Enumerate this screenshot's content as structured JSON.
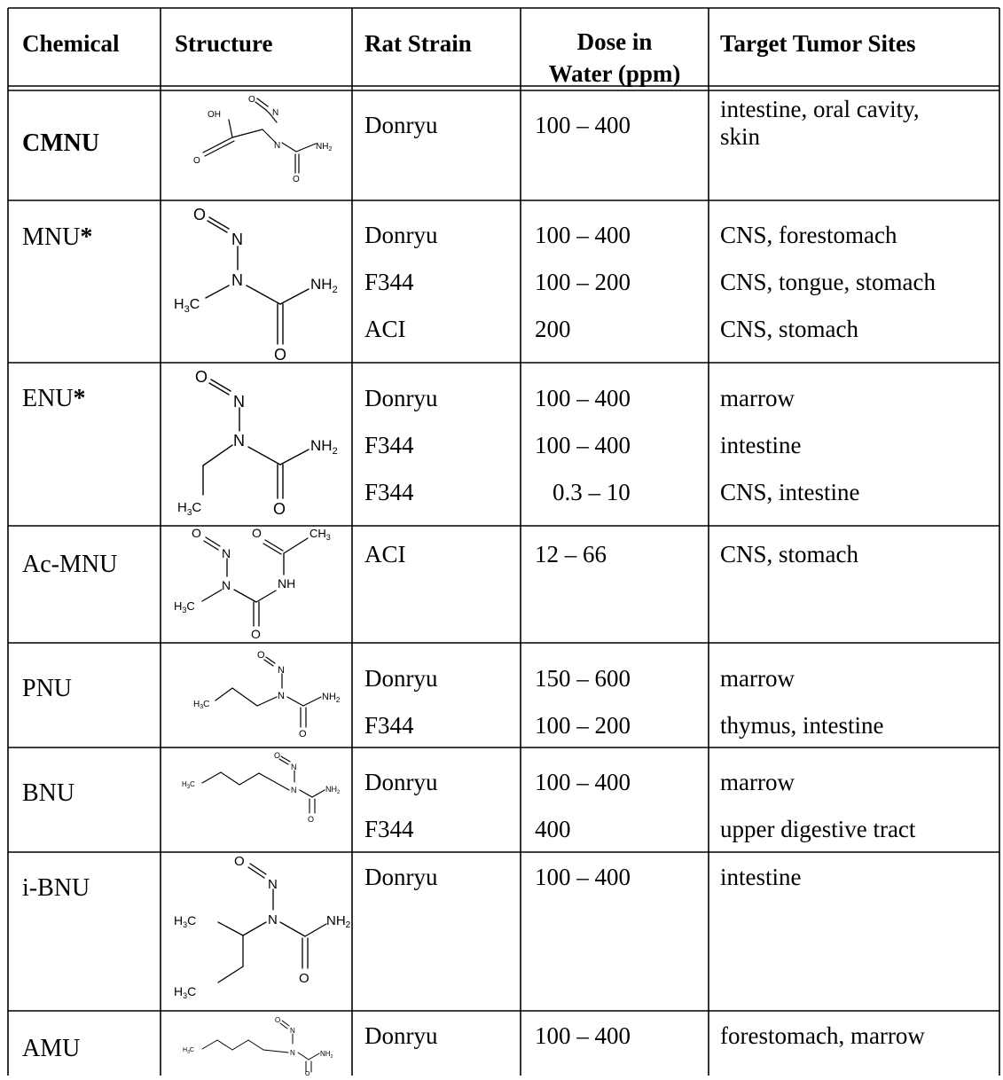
{
  "table": {
    "headers": {
      "chemical": "Chemical",
      "structure": "Structure",
      "rat_strain": "Rat Strain",
      "dose_line1": "Dose in",
      "dose_line2": "Water (ppm)",
      "target": "Target Tumor Sites"
    },
    "rows": [
      {
        "chemical": "CMNU",
        "lines": [
          {
            "strain": "Donryu",
            "dose": "100 – 400",
            "sites": "intestine, oral cavity,",
            "sites_cont": "skin"
          }
        ]
      },
      {
        "chemical": "MNU",
        "marker": "*",
        "lines": [
          {
            "strain": "Donryu",
            "dose": "100 – 400",
            "sites": "CNS, forestomach"
          },
          {
            "strain": "F344",
            "dose": "100 – 200",
            "sites": "CNS, tongue, stomach"
          },
          {
            "strain": "ACI",
            "dose": "200",
            "sites": "CNS, stomach"
          }
        ]
      },
      {
        "chemical": "ENU",
        "marker": "*",
        "lines": [
          {
            "strain": "Donryu",
            "dose": "100 – 400",
            "sites": "marrow"
          },
          {
            "strain": "F344",
            "dose": "100 – 400",
            "sites": "intestine"
          },
          {
            "strain": "F344",
            "dose": "0.3 – 10",
            "sites": "CNS, intestine"
          }
        ]
      },
      {
        "chemical": "Ac-MNU",
        "lines": [
          {
            "strain": "ACI",
            "dose": "12 – 66",
            "sites": "CNS, stomach"
          }
        ]
      },
      {
        "chemical": "PNU",
        "lines": [
          {
            "strain": "Donryu",
            "dose": "150 – 600",
            "sites": "marrow"
          },
          {
            "strain": "F344",
            "dose": "100 – 200",
            "sites": "thymus, intestine"
          }
        ]
      },
      {
        "chemical": "BNU",
        "lines": [
          {
            "strain": "Donryu",
            "dose": "100 – 400",
            "sites": "marrow"
          },
          {
            "strain": "F344",
            "dose": "400",
            "sites": "upper digestive tract"
          }
        ]
      },
      {
        "chemical": "i-BNU",
        "lines": [
          {
            "strain": "Donryu",
            "dose": "100 – 400",
            "sites": "intestine"
          }
        ]
      },
      {
        "chemical": "AMU",
        "lines": [
          {
            "strain": "Donryu",
            "dose": "100 – 400",
            "sites": "forestomach, marrow"
          }
        ]
      }
    ]
  },
  "structures": {
    "oh": "OH",
    "o": "O",
    "n": "N",
    "nh": "NH",
    "nh2": "NH",
    "h3c": "H",
    "ch3": "CH",
    "sub2": "2",
    "sub3": "3",
    "c": "C"
  }
}
